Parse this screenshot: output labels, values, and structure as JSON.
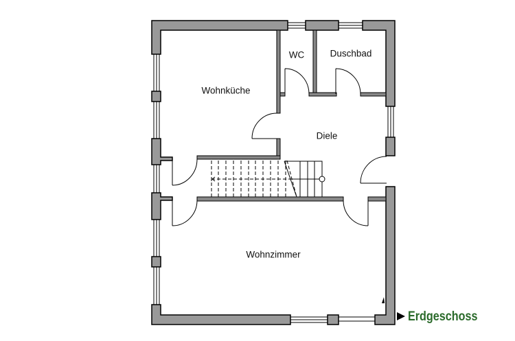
{
  "title": "Erdgeschoss",
  "rooms": {
    "wohnkueche": "Wohnküche",
    "wc": "WC",
    "duschbad": "Duschbad",
    "diele": "Diele",
    "wohnzimmer": "Wohnzimmer"
  },
  "colors": {
    "wall": "#999999",
    "title": "#2a6a2a"
  }
}
